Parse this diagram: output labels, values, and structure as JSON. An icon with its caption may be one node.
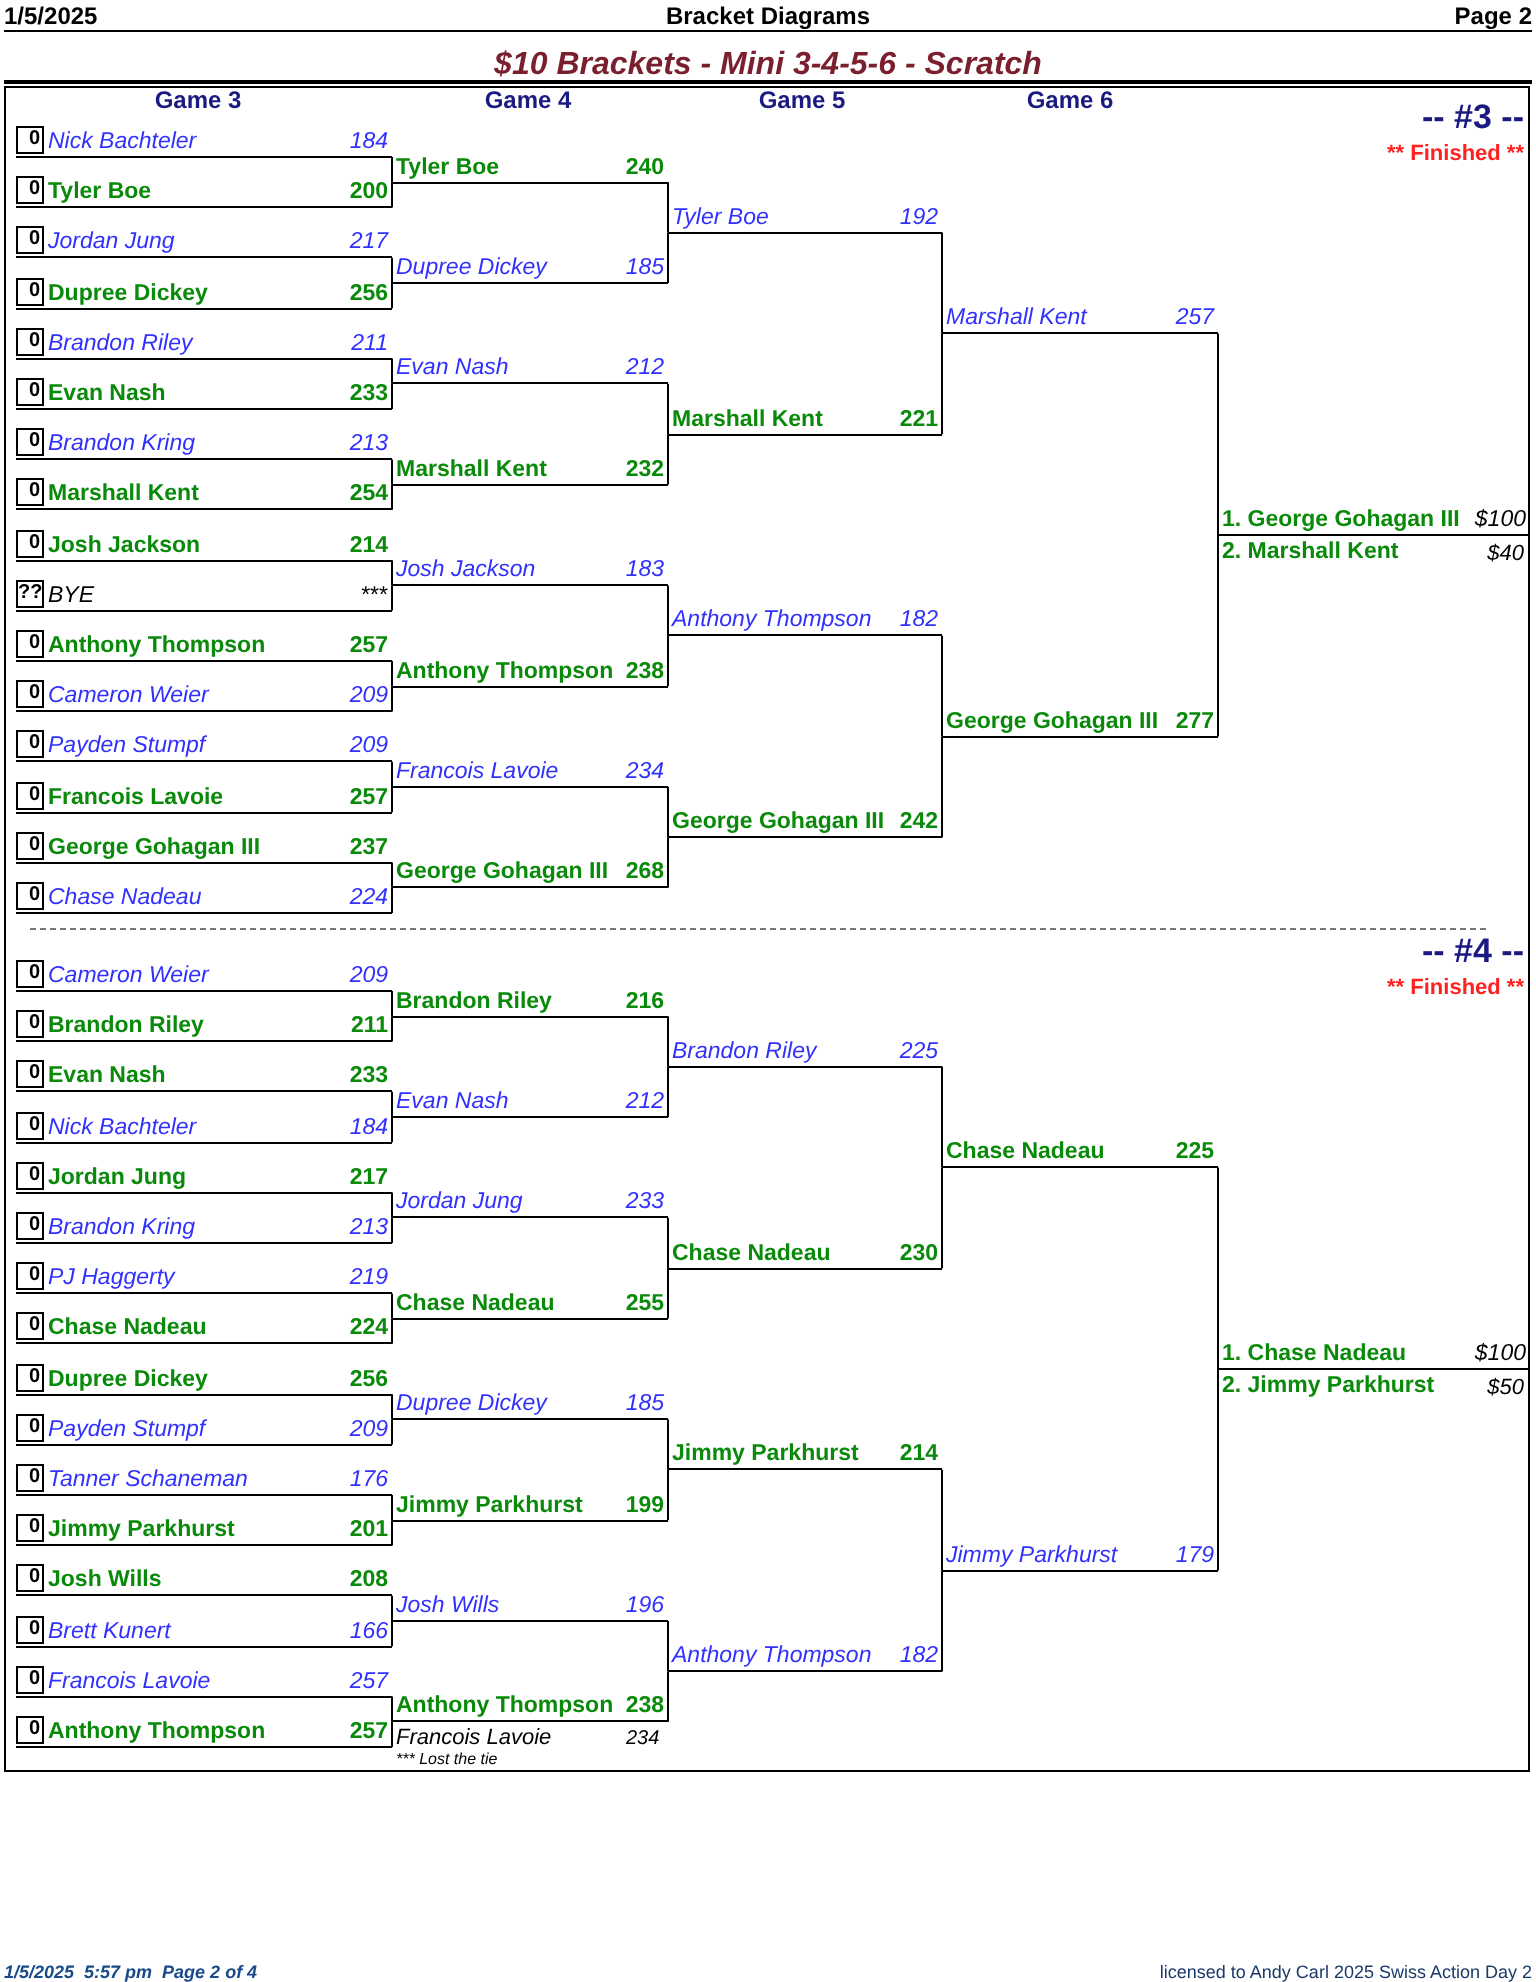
{
  "diagram": {
    "title": "$10 Brackets - Mini 3-4-5-6 - Scratch",
    "nodes": [
      {
        "text": [
          "0",
          "Nick Bachteler",
          "184"
        ]
      },
      {
        "text": [
          "0",
          "Tyler Boe",
          "200"
        ]
      },
      {
        "text": [
          "0",
          "Jordan Jung",
          "217"
        ]
      },
      {
        "text": [
          "0",
          "Dupree Dickey",
          "256"
        ]
      },
      {
        "text": [
          "0",
          "Brandon Riley",
          "211"
        ]
      },
      {
        "text": [
          "0",
          "Evan Nash",
          "233"
        ]
      },
      {
        "text": [
          "0",
          "Brandon Kring",
          "213"
        ]
      },
      {
        "text": [
          "0",
          "Marshall Kent",
          "254"
        ]
      },
      {
        "text": [
          "0",
          "Josh Jackson",
          "214"
        ]
      },
      {
        "text": [
          "??",
          "BYE",
          "***"
        ]
      },
      {
        "text": [
          "0",
          "Anthony Thompson",
          "257"
        ]
      },
      {
        "text": [
          "0",
          "Cameron Weier",
          "209"
        ]
      },
      {
        "text": [
          "0",
          "Payden Stumpf",
          "209"
        ]
      },
      {
        "text": [
          "0",
          "Francois Lavoie",
          "257"
        ]
      },
      {
        "text": [
          "0",
          "George Gohagan III",
          "237"
        ]
      },
      {
        "text": [
          "0",
          "Chase Nadeau",
          "224"
        ]
      },
      {
        "text": [
          "Tyler Boe",
          "240"
        ]
      },
      {
        "text": [
          "Dupree Dickey",
          "185"
        ]
      },
      {
        "text": [
          "Evan Nash",
          "212"
        ]
      },
      {
        "text": [
          "Marshall Kent",
          "232"
        ]
      },
      {
        "text": [
          "Josh Jackson",
          "183"
        ]
      },
      {
        "text": [
          "Anthony Thompson",
          "238"
        ]
      },
      {
        "text": [
          "Francois Lavoie",
          "234"
        ]
      },
      {
        "text": [
          "George Gohagan III",
          "268"
        ]
      },
      {
        "text": [
          "Tyler Boe",
          "192"
        ]
      },
      {
        "text": [
          "Marshall Kent",
          "221"
        ]
      },
      {
        "text": [
          "Anthony Thompson",
          "182"
        ]
      },
      {
        "text": [
          "George Gohagan III",
          "242"
        ]
      },
      {
        "text": [
          "Marshall Kent",
          "257"
        ]
      },
      {
        "text": [
          "George Gohagan III",
          "277"
        ]
      },
      {
        "text": [
          "1. George Gohagan III",
          "$100"
        ]
      },
      {
        "text": [
          "0",
          "Cameron Weier",
          "209"
        ]
      },
      {
        "text": [
          "0",
          "Brandon Riley",
          "211"
        ]
      },
      {
        "text": [
          "0",
          "Evan Nash",
          "233"
        ]
      },
      {
        "text": [
          "0",
          "Nick Bachteler",
          "184"
        ]
      },
      {
        "text": [
          "0",
          "Jordan Jung",
          "217"
        ]
      },
      {
        "text": [
          "0",
          "Brandon Kring",
          "213"
        ]
      },
      {
        "text": [
          "0",
          "PJ Haggerty",
          "219"
        ]
      },
      {
        "text": [
          "0",
          "Chase Nadeau",
          "224"
        ]
      },
      {
        "text": [
          "0",
          "Dupree Dickey",
          "256"
        ]
      },
      {
        "text": [
          "0",
          "Payden Stumpf",
          "209"
        ]
      },
      {
        "text": [
          "0",
          "Tanner Schaneman",
          "176"
        ]
      },
      {
        "text": [
          "0",
          "Jimmy Parkhurst",
          "201"
        ]
      },
      {
        "text": [
          "0",
          "Josh Wills",
          "208"
        ]
      },
      {
        "text": [
          "0",
          "Brett Kunert",
          "166"
        ]
      },
      {
        "text": [
          "0",
          "Francois Lavoie",
          "257"
        ]
      },
      {
        "text": [
          "0",
          "Anthony Thompson",
          "257"
        ]
      },
      {
        "text": [
          "Brandon Riley",
          "216"
        ]
      },
      {
        "text": [
          "Evan Nash",
          "212"
        ]
      },
      {
        "text": [
          "Jordan Jung",
          "233"
        ]
      },
      {
        "text": [
          "Chase Nadeau",
          "255"
        ]
      },
      {
        "text": [
          "Dupree Dickey",
          "185"
        ]
      },
      {
        "text": [
          "Jimmy Parkhurst",
          "199"
        ]
      },
      {
        "text": [
          "Josh Wills",
          "196"
        ]
      },
      {
        "text": [
          "Anthony Thompson",
          "238"
        ]
      },
      {
        "text": [
          "Brandon Riley",
          "225"
        ]
      },
      {
        "text": [
          "Chase Nadeau",
          "230"
        ]
      },
      {
        "text": [
          "Jimmy Parkhurst",
          "214"
        ]
      },
      {
        "text": [
          "Anthony Thompson",
          "182"
        ]
      },
      {
        "text": [
          "Chase Nadeau",
          "225"
        ]
      },
      {
        "text": [
          "Jimmy Parkhurst",
          "179"
        ]
      },
      {
        "text": [
          "1. Chase Nadeau",
          "$100"
        ]
      }
    ],
    "edges": [
      {
        "from": 0,
        "to": 16,
        "arrow": "none"
      },
      {
        "from": 1,
        "to": 16,
        "arrow": "none"
      },
      {
        "from": 2,
        "to": 17,
        "arrow": "none"
      },
      {
        "from": 3,
        "to": 17,
        "arrow": "none"
      },
      {
        "from": 4,
        "to": 18,
        "arrow": "none"
      },
      {
        "from": 5,
        "to": 18,
        "arrow": "none"
      },
      {
        "from": 6,
        "to": 19,
        "arrow": "none"
      },
      {
        "from": 7,
        "to": 19,
        "arrow": "none"
      },
      {
        "from": 8,
        "to": 20,
        "arrow": "none"
      },
      {
        "from": 9,
        "to": 20,
        "arrow": "none"
      },
      {
        "from": 10,
        "to": 21,
        "arrow": "none"
      },
      {
        "from": 11,
        "to": 21,
        "arrow": "none"
      },
      {
        "from": 12,
        "to": 22,
        "arrow": "none"
      },
      {
        "from": 13,
        "to": 22,
        "arrow": "none"
      },
      {
        "from": 14,
        "to": 23,
        "arrow": "none"
      },
      {
        "from": 15,
        "to": 23,
        "arrow": "none"
      },
      {
        "from": 16,
        "to": 24,
        "arrow": "none"
      },
      {
        "from": 17,
        "to": 24,
        "arrow": "none"
      },
      {
        "from": 18,
        "to": 25,
        "arrow": "none"
      },
      {
        "from": 19,
        "to": 25,
        "arrow": "none"
      },
      {
        "from": 20,
        "to": 26,
        "arrow": "none"
      },
      {
        "from": 21,
        "to": 26,
        "arrow": "none"
      },
      {
        "from": 22,
        "to": 27,
        "arrow": "none"
      },
      {
        "from": 23,
        "to": 27,
        "arrow": "none"
      },
      {
        "from": 24,
        "to": 28,
        "arrow": "none"
      },
      {
        "from": 25,
        "to": 28,
        "arrow": "none"
      },
      {
        "from": 26,
        "to": 29,
        "arrow": "none"
      },
      {
        "from": 27,
        "to": 29,
        "arrow": "none"
      },
      {
        "from": 28,
        "to": 30,
        "arrow": "none"
      },
      {
        "from": 29,
        "to": 30,
        "arrow": "none"
      },
      {
        "from": 31,
        "to": 47,
        "arrow": "none"
      },
      {
        "from": 32,
        "to": 47,
        "arrow": "none"
      },
      {
        "from": 33,
        "to": 48,
        "arrow": "none"
      },
      {
        "from": 34,
        "to": 48,
        "arrow": "none"
      },
      {
        "from": 35,
        "to": 49,
        "arrow": "none"
      },
      {
        "from": 36,
        "to": 49,
        "arrow": "none"
      },
      {
        "from": 37,
        "to": 50,
        "arrow": "none"
      },
      {
        "from": 38,
        "to": 50,
        "arrow": "none"
      },
      {
        "from": 39,
        "to": 51,
        "arrow": "none"
      },
      {
        "from": 40,
        "to": 51,
        "arrow": "none"
      },
      {
        "from": 41,
        "to": 52,
        "arrow": "none"
      },
      {
        "from": 42,
        "to": 52,
        "arrow": "none"
      },
      {
        "from": 43,
        "to": 53,
        "arrow": "none"
      },
      {
        "from": 44,
        "to": 53,
        "arrow": "none"
      },
      {
        "from": 45,
        "to": 54,
        "arrow": "none"
      },
      {
        "from": 46,
        "to": 54,
        "arrow": "none"
      },
      {
        "from": 47,
        "to": 55,
        "arrow": "none"
      },
      {
        "from": 48,
        "to": 55,
        "arrow": "none"
      },
      {
        "from": 49,
        "to": 56,
        "arrow": "none"
      },
      {
        "from": 50,
        "to": 56,
        "arrow": "none"
      },
      {
        "from": 51,
        "to": 57,
        "arrow": "none"
      },
      {
        "from": 52,
        "to": 57,
        "arrow": "none"
      },
      {
        "from": 53,
        "to": 58,
        "arrow": "none"
      },
      {
        "from": 54,
        "to": 58,
        "arrow": "none"
      },
      {
        "from": 55,
        "to": 59,
        "arrow": "none"
      },
      {
        "from": 56,
        "to": 59,
        "arrow": "none"
      },
      {
        "from": 57,
        "to": 60,
        "arrow": "none"
      },
      {
        "from": 58,
        "to": 60,
        "arrow": "none"
      },
      {
        "from": 59,
        "to": 61,
        "arrow": "none"
      },
      {
        "from": 60,
        "to": 61,
        "arrow": "none"
      }
    ],
    "labels": [
      "1/5/2025",
      "Bracket Diagrams",
      "Page 2",
      "Game 3",
      "Game 4",
      "Game 5",
      "Game 6",
      "-- #3 --",
      "** Finished **",
      "2. Marshall Kent",
      "$40",
      "-- #4 --",
      "** Finished **",
      "2. Jimmy Parkhurst",
      "$50",
      "Francois Lavoie",
      "234",
      "*** Lost the tie",
      "1/5/2025  5:57 pm  Page 2 of 4",
      "licensed to Andy Carl 2025 Swiss Action Day 2"
    ]
  }
}
